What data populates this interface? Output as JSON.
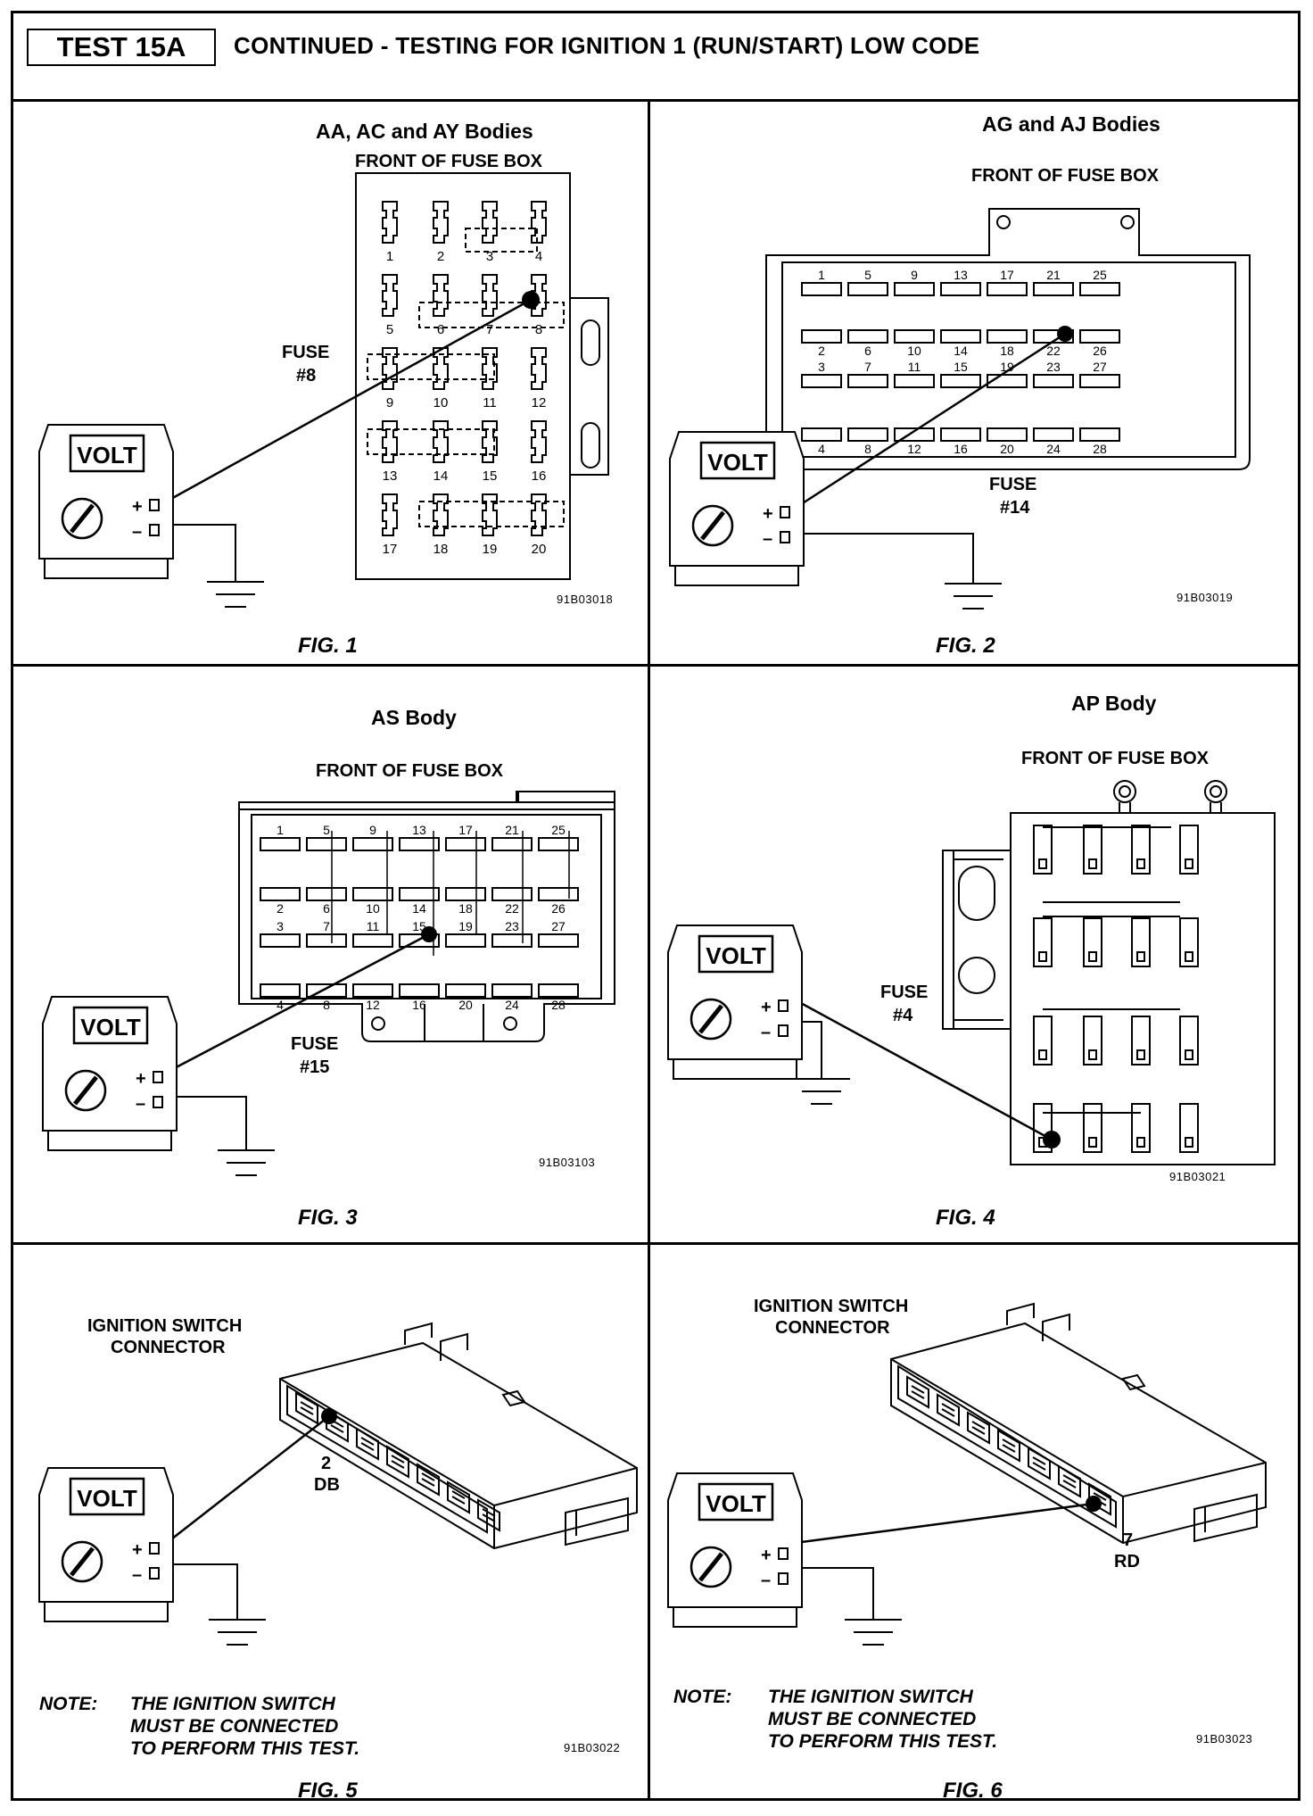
{
  "header": {
    "test_id": "TEST 15A",
    "title": "CONTINUED - TESTING FOR IGNITION 1 (RUN/START) LOW CODE"
  },
  "meter": {
    "display": "VOLT",
    "plus": "+",
    "minus": "–"
  },
  "panels": [
    {
      "figure": "FIG. 1",
      "bodies": "AA, AC and AY Bodies",
      "box_label": "FRONT OF FUSE BOX",
      "fuse_label": "FUSE",
      "fuse_number": "#8",
      "code": "91B03018",
      "fuse_numbers": [
        "1",
        "2",
        "3",
        "4",
        "5",
        "6",
        "7",
        "8",
        "9",
        "10",
        "11",
        "12",
        "13",
        "14",
        "15",
        "16",
        "17",
        "18",
        "19",
        "20"
      ]
    },
    {
      "figure": "FIG. 2",
      "bodies": "AG and AJ Bodies",
      "box_label": "FRONT OF FUSE BOX",
      "fuse_label": "FUSE",
      "fuse_number": "#14",
      "code": "91B03019",
      "rows": [
        [
          "1",
          "5",
          "9",
          "13",
          "17",
          "21",
          "25"
        ],
        [
          "2",
          "6",
          "10",
          "14",
          "18",
          "22",
          "26"
        ],
        [
          "3",
          "7",
          "11",
          "15",
          "19",
          "23",
          "27"
        ],
        [
          "4",
          "8",
          "12",
          "16",
          "20",
          "24",
          "28"
        ]
      ]
    },
    {
      "figure": "FIG. 3",
      "bodies": "AS Body",
      "box_label": "FRONT OF FUSE BOX",
      "fuse_label": "FUSE",
      "fuse_number": "#15",
      "code": "91B03103",
      "rows": [
        [
          "1",
          "5",
          "9",
          "13",
          "17",
          "21",
          "25"
        ],
        [
          "2",
          "6",
          "10",
          "14",
          "18",
          "22",
          "26"
        ],
        [
          "3",
          "7",
          "11",
          "15",
          "19",
          "23",
          "27"
        ],
        [
          "4",
          "8",
          "12",
          "16",
          "20",
          "24",
          "28"
        ]
      ]
    },
    {
      "figure": "FIG. 4",
      "bodies": "AP Body",
      "box_label": "FRONT OF FUSE BOX",
      "fuse_label": "FUSE",
      "fuse_number": "#4",
      "code": "91B03021"
    },
    {
      "figure": "FIG. 5",
      "connector_label_line1": "IGNITION SWITCH",
      "connector_label_line2": "CONNECTOR",
      "pin": "2",
      "wire": "DB",
      "note_label": "NOTE:",
      "note_line1": "THE IGNITION SWITCH",
      "note_line2": "MUST BE CONNECTED",
      "note_line3": "TO PERFORM THIS TEST.",
      "code": "91B03022"
    },
    {
      "figure": "FIG. 6",
      "connector_label_line1": "IGNITION SWITCH",
      "connector_label_line2": "CONNECTOR",
      "pin": "7",
      "wire": "RD",
      "note_label": "NOTE:",
      "note_line1": "THE IGNITION SWITCH",
      "note_line2": "MUST BE CONNECTED",
      "note_line3": "TO PERFORM THIS TEST.",
      "code": "91B03023"
    }
  ]
}
